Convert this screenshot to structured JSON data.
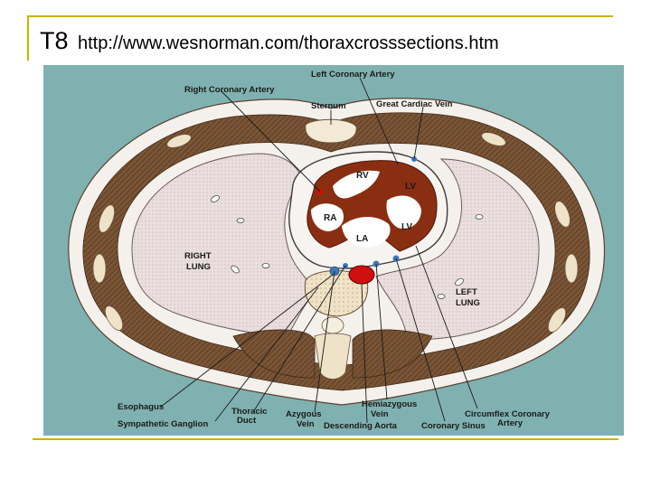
{
  "slide": {
    "number": "T8",
    "url": "http://www.wesnorman.com/thoraxcrosssections.htm"
  },
  "colors": {
    "background": "#7fb1b0",
    "muscle": "#7a5536",
    "lung": "#eadede",
    "heart_muscle": "#8a2e12",
    "frame_line": "#c8b400"
  },
  "labels": {
    "left_coronary_artery": "Left Coronary Artery",
    "right_coronary_artery": "Right Coronary Artery",
    "sternum": "Sternum",
    "great_cardiac_vein": "Great Cardiac Vein",
    "rv": "RV",
    "lv_top": "LV",
    "ra": "RA",
    "lv": "LV",
    "la": "LA",
    "right_lung_1": "RIGHT",
    "right_lung_2": "LUNG",
    "left_lung_1": "LEFT",
    "left_lung_2": "LUNG",
    "esophagus": "Esophagus",
    "sympathetic_ganglion": "Sympathetic Ganglion",
    "thoracic_1": "Thoracic",
    "thoracic_2": "Duct",
    "azygous_1": "Azygous",
    "azygous_2": "Vein",
    "descending_aorta": "Descending Aorta",
    "hemiazygous_1": "Hemiazygous",
    "hemiazygous_2": "Vein",
    "coronary_sinus": "Coronary Sinus",
    "circumflex_1": "Circumflex Coronary",
    "circumflex_2": "Artery"
  }
}
